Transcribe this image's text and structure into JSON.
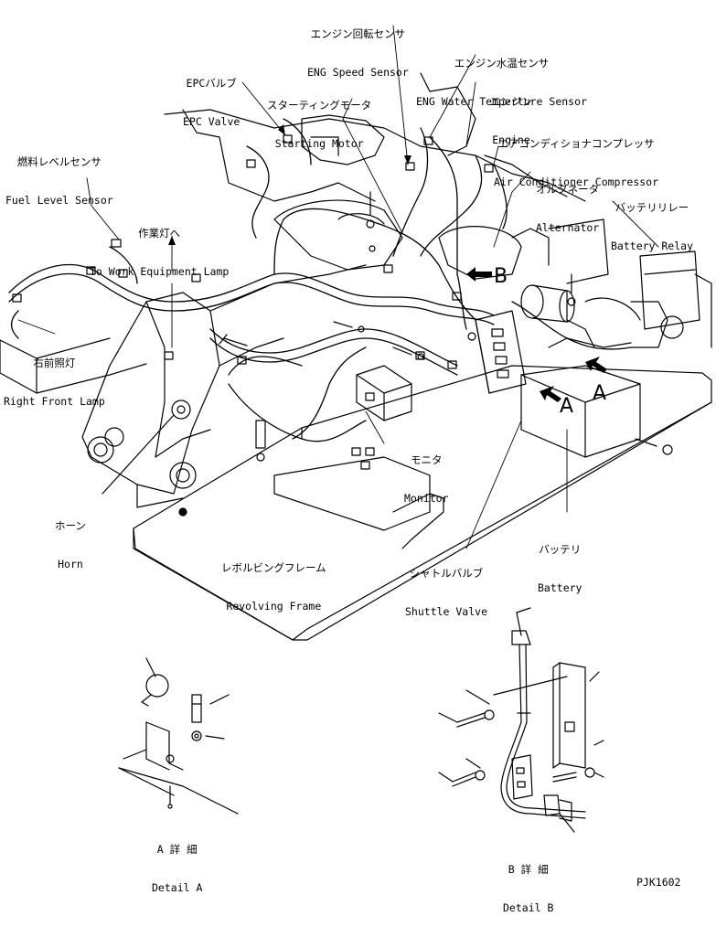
{
  "labels": {
    "eng_speed_sensor": {
      "jp": "エンジン回転センサ",
      "en": "ENG Speed Sensor"
    },
    "eng_water_temp_sensor": {
      "jp": "エンジン水温センサ",
      "en": "ENG Water Temperture Sensor"
    },
    "epc_valve": {
      "jp": "EPCバルブ",
      "en": "EPC Valve"
    },
    "starting_motor": {
      "jp": "スターティングモータ",
      "en": "Starting Motor"
    },
    "engine": {
      "jp": "エンジン",
      "en": "Engine"
    },
    "ac_compressor": {
      "jp": "エアコンディショナコンプレッサ",
      "en": "Air Conditioner Compressor"
    },
    "fuel_level_sensor": {
      "jp": "燃料レベルセンサ",
      "en": "Fuel Level Sensor"
    },
    "alternator": {
      "jp": "オルタネータ",
      "en": "Alternator"
    },
    "battery_relay": {
      "jp": "バッテリリレー",
      "en": "Battery Relay"
    },
    "work_equipment_lamp": {
      "jp": "作業灯へ",
      "en": "To Work Equipment Lamp"
    },
    "right_front_lamp": {
      "jp": "右前照灯",
      "en": "Right Front Lamp"
    },
    "monitor": {
      "jp": "モニタ",
      "en": "Monitor"
    },
    "horn": {
      "jp": "ホーン",
      "en": "Horn"
    },
    "battery": {
      "jp": "バッテリ",
      "en": "Battery"
    },
    "revolving_frame": {
      "jp": "レボルビングフレーム",
      "en": "Revolving Frame"
    },
    "shuttle_valve": {
      "jp": "シャトルバルブ",
      "en": "Shuttle Valve"
    },
    "detail_a": {
      "jp": "A 詳 細",
      "en": "Detail A"
    },
    "detail_b": {
      "jp": "B 詳 細",
      "en": "Detail B"
    }
  },
  "view_markers": {
    "a_small": "A",
    "a_large": "A",
    "b": "B"
  },
  "drawing_code": "PJK1602"
}
